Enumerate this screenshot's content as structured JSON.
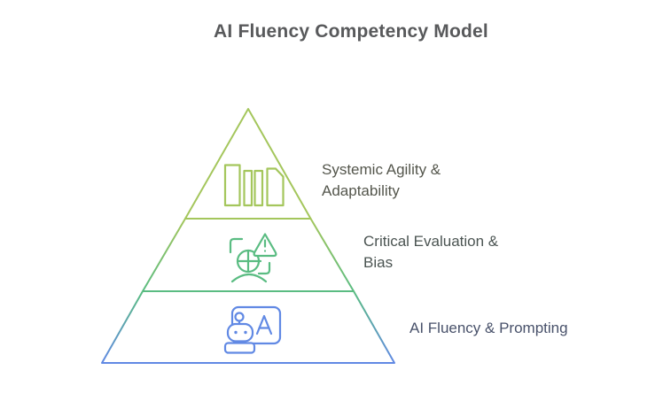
{
  "title": {
    "text": "AI Fluency Competency Model",
    "color": "#58595b"
  },
  "pyramid": {
    "background": "#ffffff",
    "tiers": [
      {
        "name": "top",
        "icon": "books-icon",
        "color": "#a4c65c",
        "label_color": "#54564c",
        "lines": [
          "Systemic Agility &",
          "Adaptability"
        ]
      },
      {
        "name": "middle",
        "icon": "bias-warning-icon",
        "color": "#5abc82",
        "label_color": "#4b5452",
        "lines": [
          "Critical Evaluation &",
          "Bias"
        ]
      },
      {
        "name": "bottom",
        "icon": "ai-robot-teaching-icon",
        "color": "#6189e4",
        "label_color": "#48516a",
        "lines": [
          "AI Fluency & Prompting"
        ]
      }
    ]
  }
}
